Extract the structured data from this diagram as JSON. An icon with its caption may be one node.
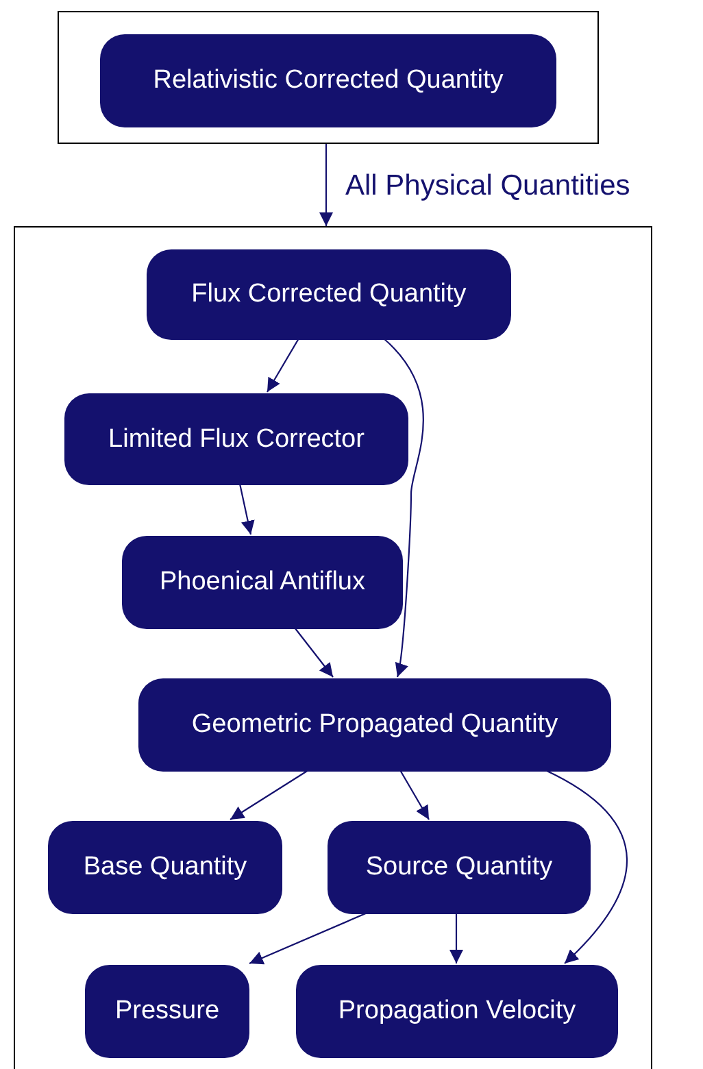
{
  "diagram": {
    "nodes": [
      {
        "text": [],
        "shape": "box"
      },
      {
        "text": [
          "Relativistic Corrected Quantity"
        ],
        "in": 0
      },
      {
        "text": [],
        "shape": "box"
      },
      {
        "text": [
          "Flux Corrected Quantity"
        ],
        "in": 2
      },
      {
        "text": [
          "Limited Flux Corrector"
        ],
        "in": 2
      },
      {
        "text": [
          "Phoenical Antiflux"
        ],
        "in": 2
      },
      {
        "text": [
          "Geometric Propagated Quantity"
        ],
        "in": 2
      },
      {
        "text": [
          "Base Quantity"
        ],
        "in": 2
      },
      {
        "text": [
          "Source Quantity"
        ],
        "in": 2
      },
      {
        "text": [
          "Pressure"
        ],
        "in": 2
      },
      {
        "text": [
          "Propagation Velocity"
        ],
        "in": 2
      }
    ],
    "edges": [
      {
        "from": 0,
        "to": 2,
        "arrow": "to",
        "label": "All Physical Quantities"
      },
      {
        "from": 3,
        "to": 4,
        "arrow": "to"
      },
      {
        "from": 3,
        "to": 6,
        "arrow": "to"
      },
      {
        "from": 4,
        "to": 5,
        "arrow": "to"
      },
      {
        "from": 5,
        "to": 6,
        "arrow": "to"
      },
      {
        "from": 6,
        "to": 7,
        "arrow": "to"
      },
      {
        "from": 6,
        "to": 8,
        "arrow": "to"
      },
      {
        "from": 6,
        "to": 10,
        "arrow": "to"
      },
      {
        "from": 8,
        "to": 9,
        "arrow": "to"
      },
      {
        "from": 8,
        "to": 10,
        "arrow": "to"
      }
    ]
  }
}
